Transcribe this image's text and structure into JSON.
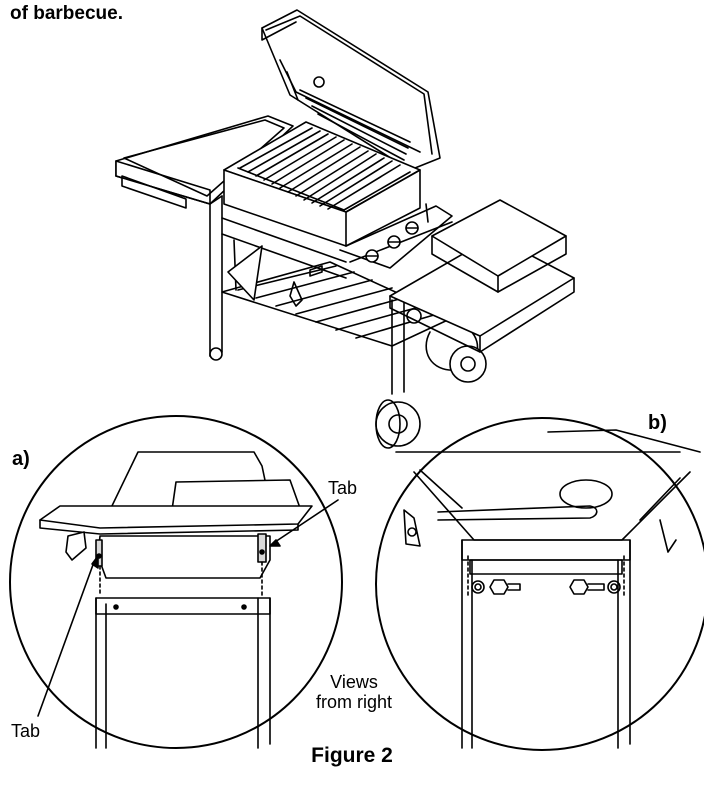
{
  "text": {
    "heading_fragment": "of barbecue.",
    "view_a_label": "a)",
    "view_b_label": "b)",
    "tab_label_upper": "Tab",
    "tab_label_lower": "Tab",
    "views_line1": "Views",
    "views_line2": "from right",
    "caption": "Figure 2"
  },
  "colors": {
    "ink": "#000000",
    "paper": "#ffffff",
    "shade": "#d9d9d9"
  }
}
